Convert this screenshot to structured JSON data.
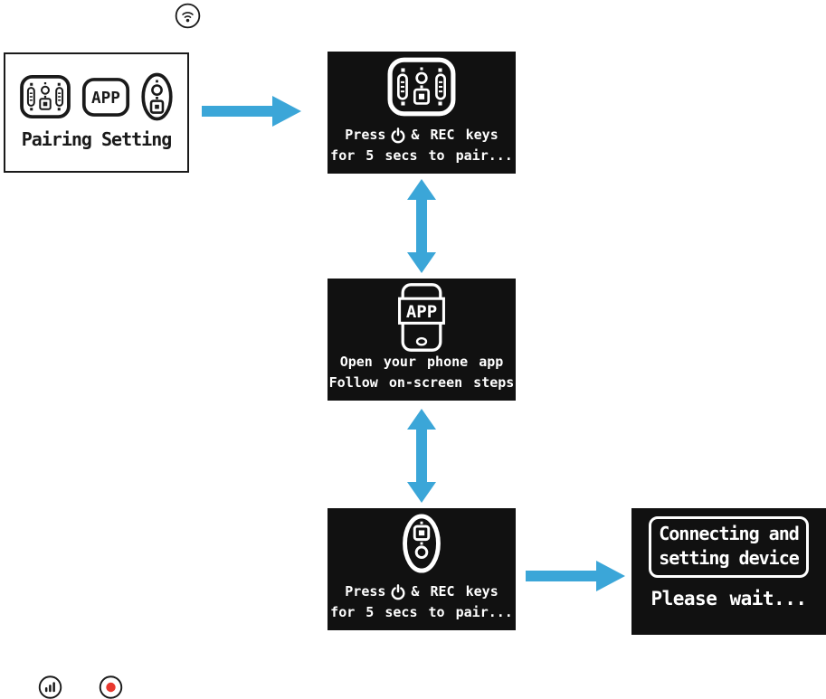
{
  "pairing_menu": {
    "title": "Pairing Setting",
    "app_icon_label": "APP"
  },
  "receiver_screen": {
    "line1_before_icon": "Press",
    "line1_after_icon": "& REC keys",
    "line2": "for 5 secs to pair..."
  },
  "app_screen": {
    "icon_label": "APP",
    "line1": "Open your phone app",
    "line2": "Follow on-screen steps"
  },
  "transmitter_screen": {
    "line1_before_icon": "Press",
    "line1_after_icon": "& REC keys",
    "line2": "for 5 secs to pair..."
  },
  "connecting_screen": {
    "box_line1": "Connecting and",
    "box_line2": "setting device",
    "status": "Please wait..."
  },
  "colors": {
    "arrow_blue": "#3BA6D8",
    "record_red": "#E8382E",
    "lcd_background": "#111111",
    "outline_black": "#1A1A1A"
  }
}
